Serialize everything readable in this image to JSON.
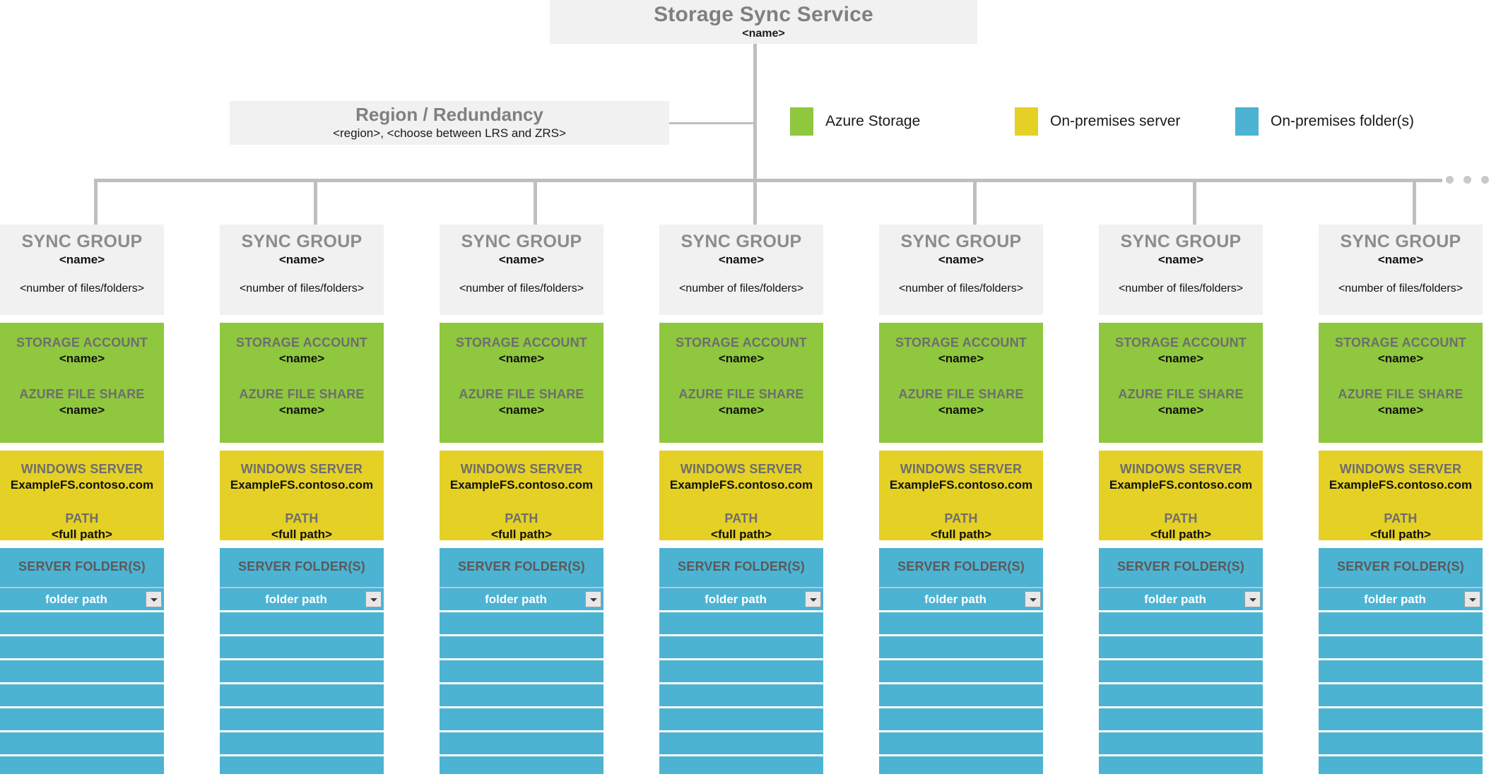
{
  "service": {
    "title": "Storage Sync Service",
    "subtitle": "<name>"
  },
  "region": {
    "title": "Region / Redundancy",
    "subtitle": "<region>, <choose between LRS and ZRS>"
  },
  "legend": {
    "items": [
      {
        "label": "Azure Storage",
        "color": "#8fc73e",
        "icon": "legend-swatch-green"
      },
      {
        "label": "On-premises server",
        "color": "#e5d025",
        "icon": "legend-swatch-yellow"
      },
      {
        "label": "On-premises folder(s)",
        "color": "#4cb3d3",
        "icon": "legend-swatch-blue"
      }
    ]
  },
  "connectors": {
    "ellipsis": "•••",
    "line_color": "#bfbfbf"
  },
  "sync_group": {
    "header_title": "SYNC GROUP",
    "header_name": "<name>",
    "header_count": "<number of files/folders>",
    "storage": {
      "account_label": "STORAGE ACCOUNT",
      "account_value": "<name>",
      "share_label": "AZURE FILE SHARE",
      "share_value": "<name>"
    },
    "server": {
      "server_label": "WINDOWS SERVER",
      "server_value": "ExampleFS.contoso.com",
      "path_label": "PATH",
      "path_value": "<full path>"
    },
    "folders": {
      "label": "SERVER FOLDER(S)",
      "folder_path": "folder path",
      "dropdown_icon": "chevron-down-icon",
      "empty_row_count": 8
    }
  },
  "columns": [
    {
      "index": 1
    },
    {
      "index": 2
    },
    {
      "index": 3
    },
    {
      "index": 4
    },
    {
      "index": 5
    },
    {
      "index": 6
    },
    {
      "index": 7
    }
  ]
}
